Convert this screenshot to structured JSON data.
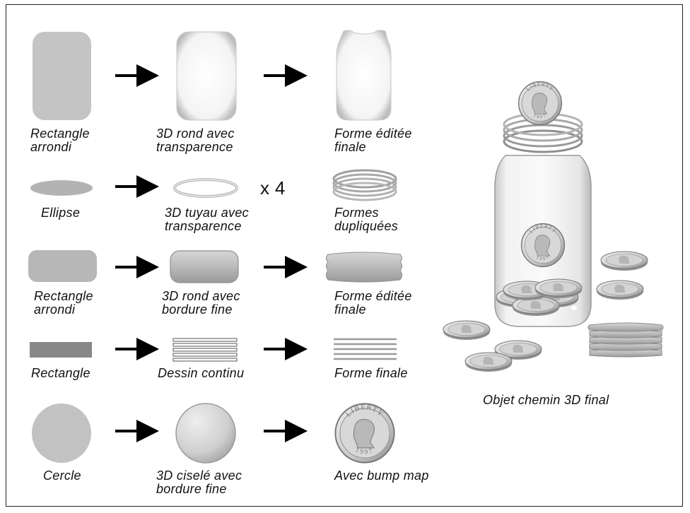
{
  "rows": [
    {
      "steps": [
        "Rectangle\narrondi",
        "3D rond avec\ntransparence",
        "Forme éditée\nfinale"
      ]
    },
    {
      "steps": [
        "Ellipse",
        "3D tuyau avec\ntransparence",
        "Formes\ndupliquées"
      ],
      "multiplier": "x 4"
    },
    {
      "steps": [
        "Rectangle\narrondi",
        "3D rond avec\nbordure fine",
        "Forme éditée\nfinale"
      ]
    },
    {
      "steps": [
        "Rectangle",
        "Dessin continu",
        "Forme finale"
      ]
    },
    {
      "steps": [
        "Cercle",
        "3D ciselé avec\nbordure fine",
        "Avec bump map"
      ]
    }
  ],
  "final_label": "Objet chemin 3D final",
  "coin": {
    "top_text": "LIBERTY",
    "year": "1997"
  }
}
